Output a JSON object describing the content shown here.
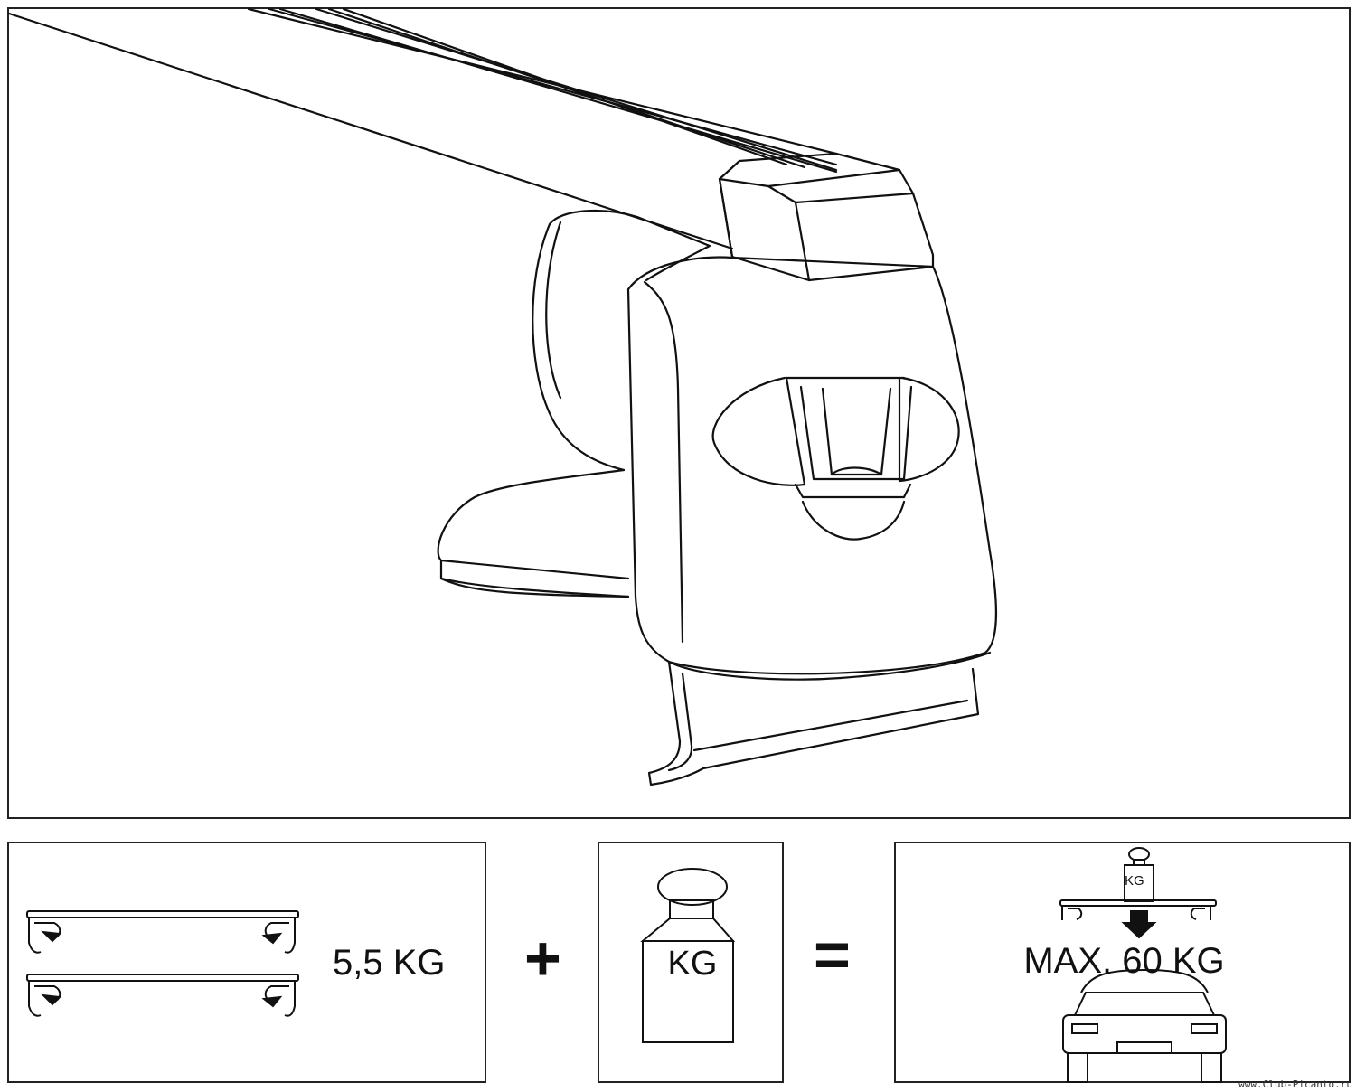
{
  "panels": {
    "bars": {
      "label": "5,5 KG"
    },
    "weight": {
      "label": "KG"
    },
    "max": {
      "label": "MAX. 60 KG",
      "weight_label": "KG"
    }
  },
  "operators": {
    "plus": "+",
    "equals": "="
  },
  "watermark": "www.Club-Picanto.ru"
}
